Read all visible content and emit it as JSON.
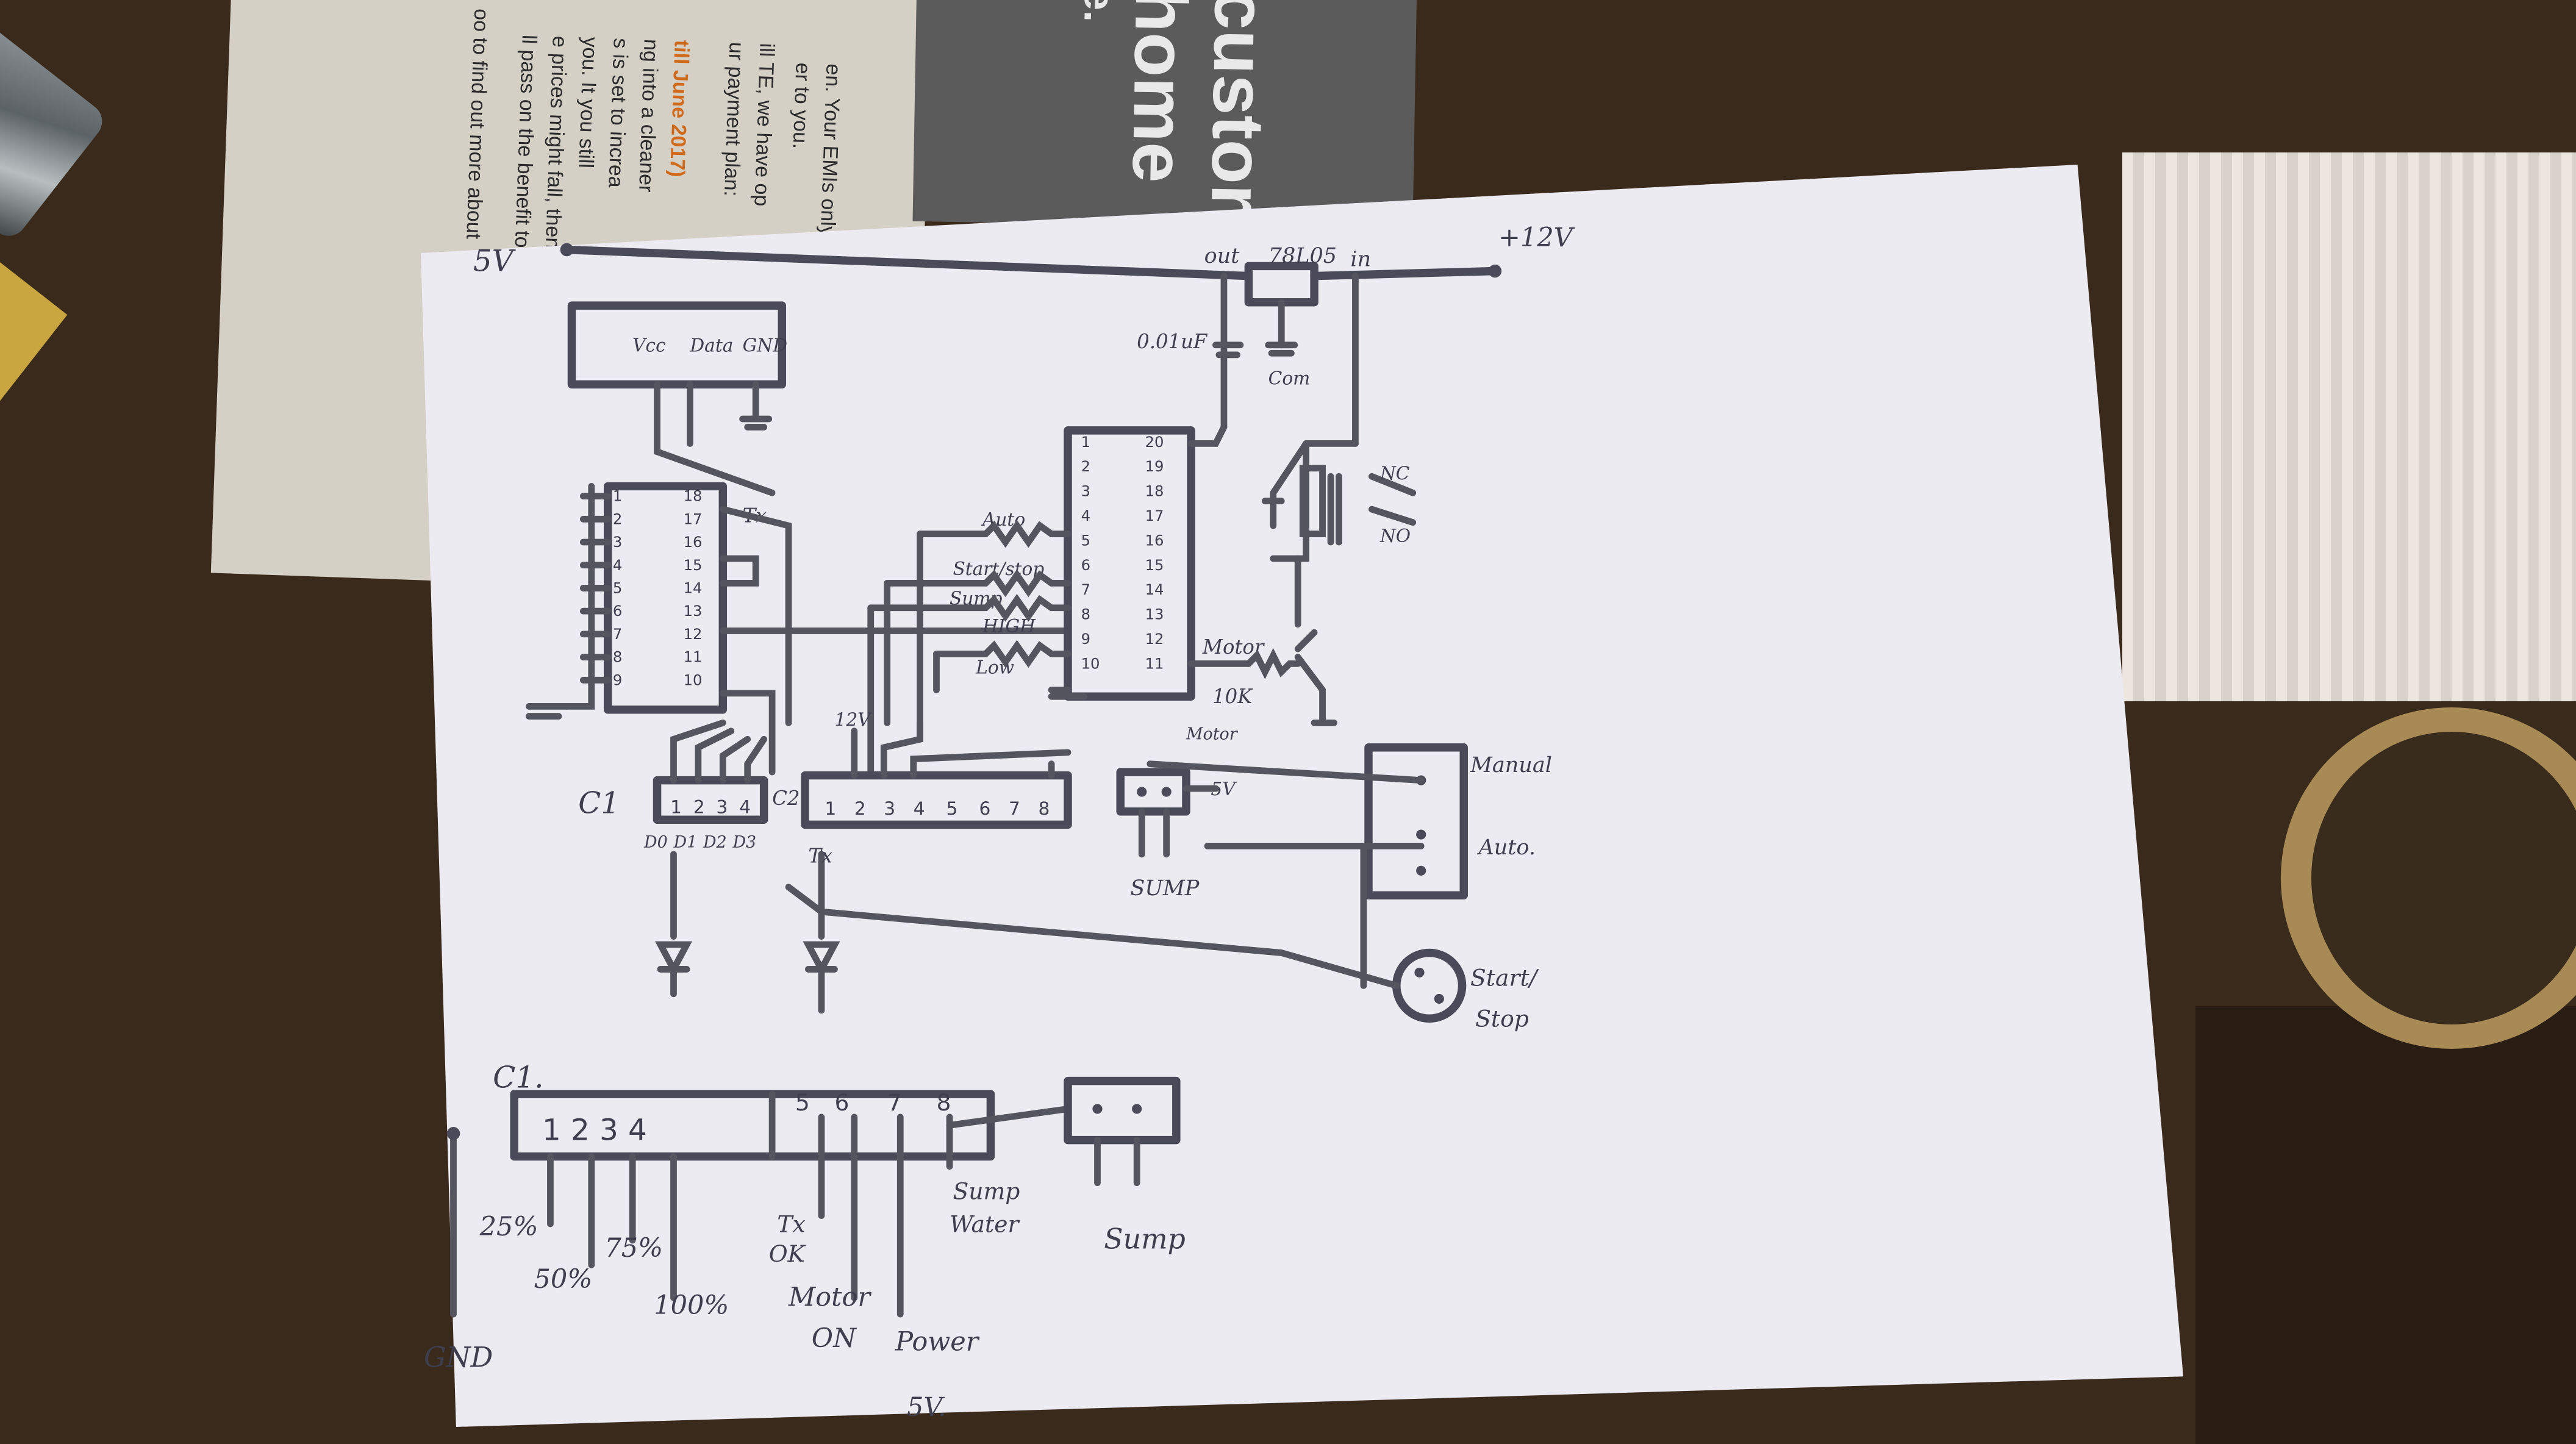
{
  "background": {
    "newspaper_lines": [
      "en. Your EMIs only",
      "er to you.",
      "ill TE, we have op",
      "ur payment plan:",
      "till June 2017)",
      "ng into a cleaner",
      "s is set to increa",
      "you. It you still",
      "e prices might fall, then in that",
      "ll pass on the benefit to you.",
      "oo to find out more about"
    ],
    "banner_lines": [
      "custor",
      "home",
      "e."
    ]
  },
  "schematic": {
    "power": {
      "v5": "5V",
      "v12": "+12V",
      "regulator": "78L05",
      "reg_out": "out",
      "reg_in": "in",
      "cap1": "0.01uF",
      "cap2": "Com"
    },
    "rf_module": {
      "vcc": "Vcc",
      "data": "Data",
      "gnd": "GND"
    },
    "ic1": {
      "pins_left": [
        "1",
        "2",
        "3",
        "4",
        "5",
        "6",
        "7",
        "8",
        "9"
      ],
      "pins_right": [
        "18",
        "17",
        "16",
        "15",
        "14",
        "13",
        "12",
        "11",
        "10"
      ],
      "tx": "Tx"
    },
    "ic2": {
      "pins_left": [
        "1",
        "2",
        "3",
        "4",
        "5",
        "6",
        "7",
        "8",
        "9",
        "10"
      ],
      "pins_right": [
        "20",
        "19",
        "18",
        "17",
        "16",
        "15",
        "14",
        "13",
        "12",
        "11"
      ],
      "inputs": [
        "Auto",
        "Start/stop",
        "Sump",
        "HIGH",
        "Low"
      ],
      "motor": "Motor",
      "res": "10K",
      "motor2": "Motor"
    },
    "relay": {
      "nc": "NC",
      "no": "NO"
    },
    "c1": {
      "label": "C1",
      "pins": [
        "1",
        "2",
        "3",
        "4"
      ],
      "data": [
        "D0",
        "D1",
        "D2",
        "D3"
      ]
    },
    "c2": {
      "label": "C2",
      "pins": [
        "1",
        "2",
        "3",
        "4",
        "5",
        "6",
        "7",
        "8"
      ],
      "v12": "12V"
    },
    "tx_label": "Tx",
    "sump_conn": {
      "label": "SUMP",
      "v5": "5V"
    },
    "switch": {
      "manual": "Manual",
      "auto": "Auto."
    },
    "button": {
      "label1": "Start/",
      "label2": "Stop"
    }
  },
  "panel": {
    "title": "C1.",
    "pins_a": "1234",
    "pins_b": [
      "5",
      "6",
      "7",
      "8"
    ],
    "leds": [
      "25%",
      "50%",
      "75%",
      "100%"
    ],
    "tx_ok_1": "Tx",
    "tx_ok_2": "OK",
    "motor_on_1": "Motor",
    "motor_on_2": "ON",
    "power_1": "Power",
    "power_2": "5V.",
    "sump_water_1": "Sump",
    "sump_water_2": "Water",
    "sump": "Sump",
    "gnd": "GND"
  }
}
